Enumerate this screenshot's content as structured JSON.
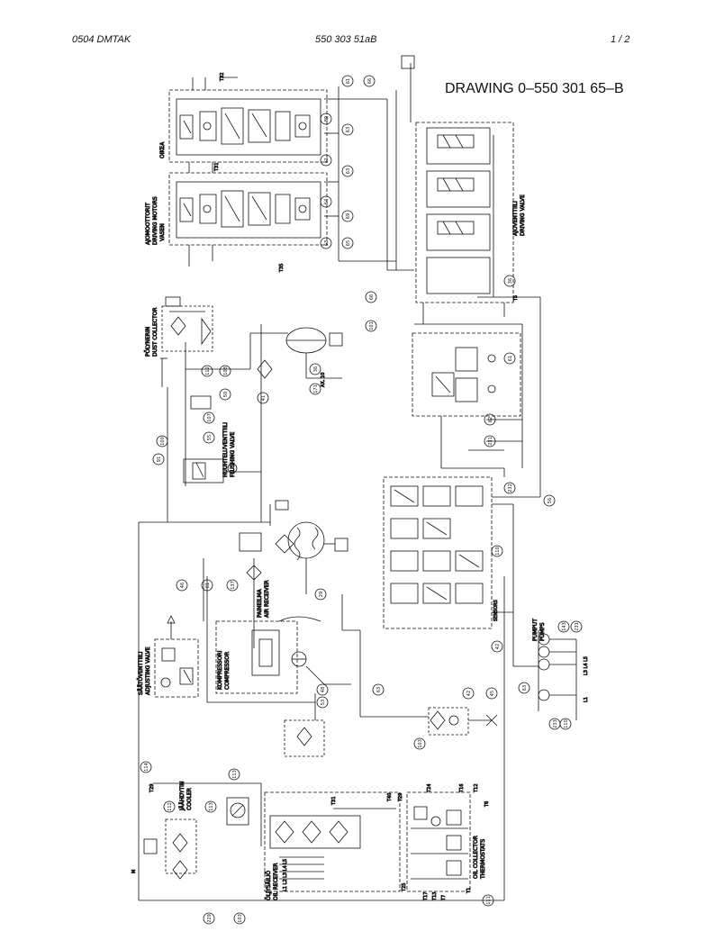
{
  "header": {
    "left": "0504   DMTAK",
    "center": "550 303 51aB",
    "right": "1 /  2"
  },
  "title": "DRAWING 0–550 301 65–B",
  "colors": {
    "ink": "#111111",
    "background": "#ffffff"
  },
  "labels": {
    "oikea": "OIKEA",
    "vasen": "VASEN",
    "ajomoottorit": "AJOMOOTTORIT",
    "driving_motors": "DRIVING MOTORS",
    "ajoventtiili": "AJOVENTTIILI",
    "driving_valve": "DRIVING VALVE",
    "polyimuri": "PÖLYNERIN",
    "dust_collector": "DUST COLLECTOR",
    "huuhteluventtiili": "HUUHTELUVENTTIILI",
    "flushing_valve": "FLUSHING VALVE",
    "paineilmasailio": "PAINEILMA",
    "air_receiver": "AIR RECEIVER",
    "kompressori": "KOMPRESSORI",
    "compressor": "COMPRESSOR",
    "saatoventtiili": "SÄÄTÖVENTTIILI",
    "adjusting_valve": "ADJUSTING VALVE",
    "pumput": "PUMPUT",
    "pumps": "PUMPS",
    "jaahdytin": "JÄÄHDYTIN",
    "cooler": "COOLER",
    "oljysailio": "ÖLJYSÄILIÖ",
    "oil_receiver": "OIL RECEIVER",
    "oil_collector": "OIL COLLECTOR",
    "thermostats": "THERMOSTATS",
    "sensors": "SENSORS",
    "tank_lines": "L1 L2 L3 L4 L5",
    "pump_lines": "L3 L4 L5",
    "ax10": "AX. 10"
  },
  "ports": [
    "T32",
    "T31",
    "T35",
    "T5",
    "T24",
    "T16",
    "T12",
    "T6",
    "T40",
    "T29",
    "T31",
    "T25",
    "T1",
    "T7",
    "T13",
    "T17",
    "L1",
    "M",
    "T29"
  ],
  "circles": [
    "61",
    "66",
    "89",
    "63",
    "61",
    "63",
    "64",
    "69",
    "63",
    "65",
    "36",
    "66",
    "112",
    "108",
    "50",
    "41",
    "107",
    "55",
    "36",
    "171",
    "100",
    "91",
    "101",
    "61",
    "62",
    "231",
    "232",
    "56",
    "110",
    "42",
    "63",
    "46",
    "61",
    "137",
    "29",
    "48",
    "53",
    "63",
    "42",
    "45",
    "103",
    "114",
    "113",
    "112",
    "113",
    "143",
    "231",
    "233",
    "110",
    "111",
    "103",
    "229"
  ]
}
